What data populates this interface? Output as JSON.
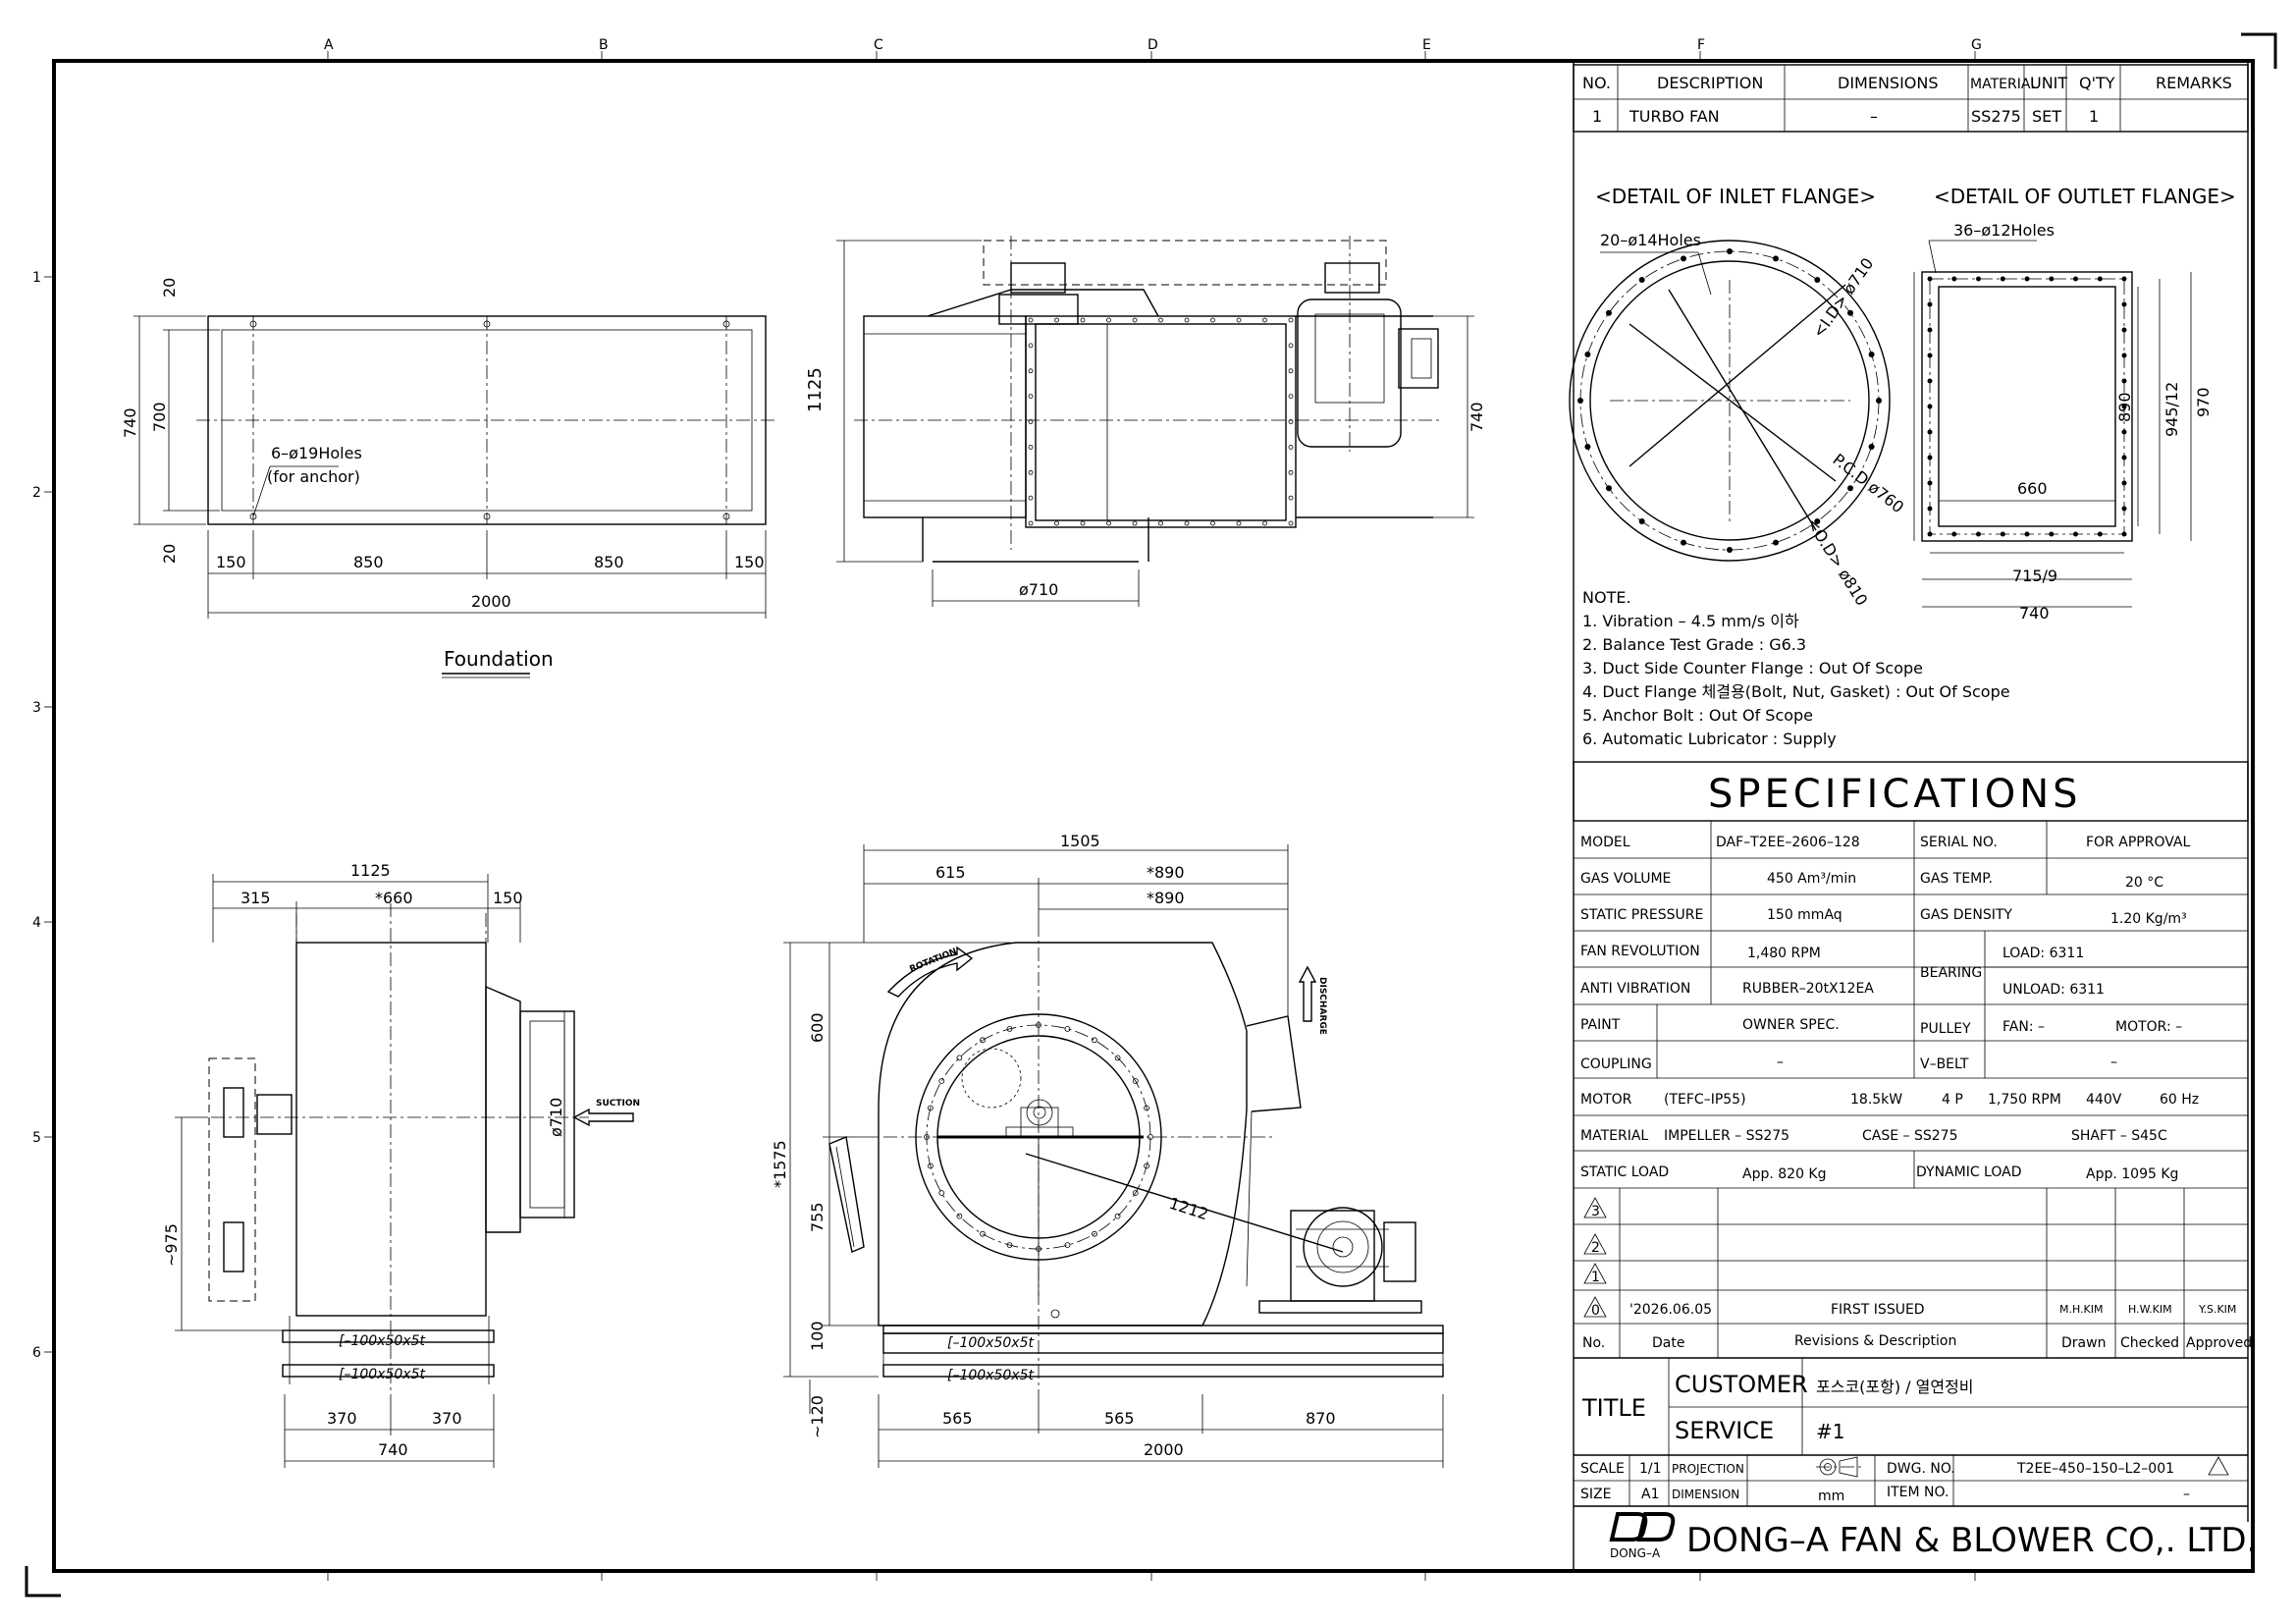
{
  "grid": {
    "cols": [
      "A",
      "B",
      "C",
      "D",
      "E",
      "F",
      "G"
    ],
    "rows": [
      "1",
      "2",
      "3",
      "4",
      "5",
      "6"
    ]
  },
  "bom": {
    "headers": [
      "NO.",
      "DESCRIPTION",
      "DIMENSIONS",
      "MATERIAL",
      "UNIT",
      "Q'TY",
      "REMARKS"
    ],
    "rows": [
      [
        "1",
        "TURBO FAN",
        "–",
        "SS275",
        "SET",
        "1",
        ""
      ]
    ]
  },
  "inlet_detail": {
    "title": "<DETAIL OF INLET FLANGE>",
    "holes": "20–ø14Holes",
    "id": "<I.D> ø710",
    "pcd": "P.C.D ø760",
    "od": "<O.D> ø810"
  },
  "outlet_detail": {
    "title": "<DETAIL OF OUTLET FLANGE>",
    "holes": "36–ø12Holes",
    "dims": [
      "890",
      "945/12",
      "970",
      "660",
      "715/9",
      "740"
    ]
  },
  "notes": {
    "title": "NOTE.",
    "items": [
      "1. Vibration – 4.5 mm/s 이하",
      "2. Balance Test Grade : G6.3",
      "3. Duct Side Counter Flange : Out Of Scope",
      "4. Duct Flange 체결용(Bolt, Nut, Gasket) : Out Of Scope",
      "5. Anchor Bolt : Out Of Scope",
      "6. Automatic Lubricator : Supply"
    ]
  },
  "specs": {
    "title": "SPECIFICATIONS",
    "model_label": "MODEL",
    "model": "DAF–T2EE–2606–128",
    "serial_label": "SERIAL NO.",
    "serial": "FOR APPROVAL",
    "gas_volume_label": "GAS VOLUME",
    "gas_volume": "450 Am³/min",
    "gas_temp_label": "GAS TEMP.",
    "gas_temp": "20 °C",
    "static_pressure_label": "STATIC PRESSURE",
    "static_pressure": "150 mmAq",
    "gas_density_label": "GAS DENSITY",
    "gas_density": "1.20 Kg/m³",
    "fan_rev_label": "FAN REVOLUTION",
    "fan_rev": "1,480 RPM",
    "bearing_label": "BEARING",
    "bearing_load": "LOAD: 6311",
    "bearing_unload": "UNLOAD: 6311",
    "anti_vib_label": "ANTI VIBRATION",
    "anti_vib": "RUBBER–20tX12EA",
    "paint_label": "PAINT",
    "paint": "OWNER SPEC.",
    "pulley_label": "PULLEY",
    "pulley_fan": "FAN: –",
    "pulley_motor": "MOTOR: –",
    "coupling_label": "COUPLING",
    "coupling": "–",
    "vbelt_label": "V–BELT",
    "vbelt": "–",
    "motor_label": "MOTOR",
    "motor_type": "(TEFC–IP55)",
    "motor_kw": "18.5kW",
    "motor_pole": "4 P",
    "motor_rpm": "1,750 RPM",
    "motor_v": "440V",
    "motor_hz": "60 Hz",
    "material_label": "MATERIAL",
    "mat_impeller": "IMPELLER – SS275",
    "mat_case": "CASE – SS275",
    "mat_shaft": "SHAFT – S45C",
    "static_load_label": "STATIC LOAD",
    "static_load": "App. 820 Kg",
    "dynamic_load_label": "DYNAMIC LOAD",
    "dynamic_load": "App. 1095 Kg"
  },
  "revisions": {
    "row_marks": [
      "3",
      "2",
      "1",
      "0"
    ],
    "date": "'2026.06.05",
    "desc": "FIRST ISSUED",
    "drawn": "M.H.KIM",
    "checked": "H.W.KIM",
    "approved": "Y.S.KIM",
    "headers": [
      "No.",
      "Date",
      "Revisions & Description",
      "Drawn",
      "Checked",
      "Approved"
    ]
  },
  "title_block": {
    "title_label": "TITLE",
    "customer_label": "CUSTOMER",
    "customer": "포스코(포항) / 열연정비",
    "service_label": "SERVICE",
    "service": "#1",
    "scale_label": "SCALE",
    "scale": "1/1",
    "projection_label": "PROJECTION",
    "dwg_label": "DWG. NO.",
    "dwg": "T2EE–450–150–L2–001",
    "size_label": "SIZE",
    "size": "A1",
    "dimension_label": "DIMENSION",
    "dimension": "mm",
    "item_label": "ITEM NO.",
    "item": "–",
    "company": "DONG–A FAN & BLOWER CO,. LTD.",
    "logo": "DONG–A"
  },
  "views": {
    "foundation_label": "Foundation",
    "anchor_holes": "6–ø19Holes",
    "anchor_note": "(for anchor)",
    "top_dims": [
      "20",
      "740",
      "700",
      "20",
      "150",
      "850",
      "850",
      "150",
      "2000"
    ],
    "front_dims": [
      "1125",
      "740",
      "ø710"
    ],
    "side_dims": [
      "1125",
      "315",
      "*660",
      "150",
      "ø710",
      "~975",
      "370",
      "370",
      "740"
    ],
    "side_channels": [
      "[–100x50x5t",
      "[–100x50x5t"
    ],
    "main_dims": [
      "1505",
      "615",
      "*890",
      "*890",
      "600",
      "*1575",
      "755",
      "100",
      "~120",
      "565",
      "565",
      "870",
      "2000",
      "1212"
    ],
    "main_channels": [
      "[–100x50x5t",
      "[–100x50x5t"
    ],
    "rotation": "ROTATION",
    "suction": "SUCTION",
    "discharge": "DISCHARGE"
  }
}
